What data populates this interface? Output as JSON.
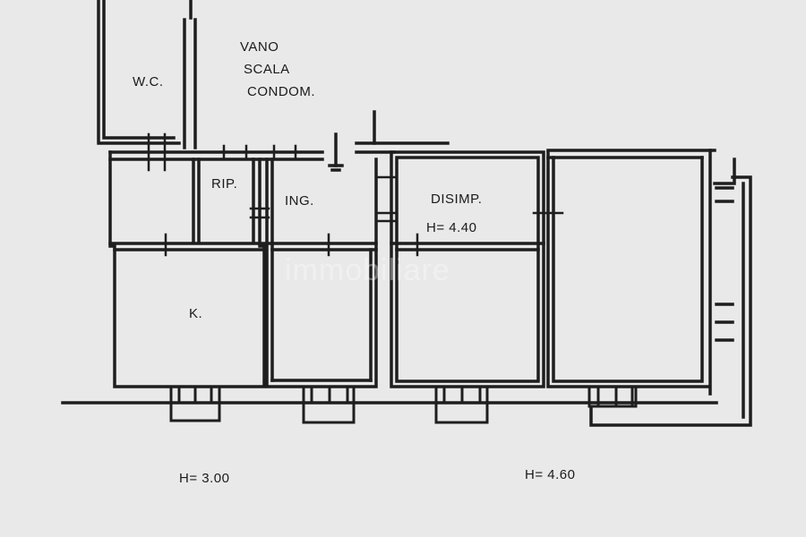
{
  "plan": {
    "labels": {
      "vano": "VANO",
      "scala": "SCALA",
      "condom": "CONDOM.",
      "wc": "W.C.",
      "rip": "RIP.",
      "ing": "ING.",
      "disimp": "DISIMP.",
      "h440": "H= 4.40",
      "k": "K.",
      "h300": "H= 3.00",
      "h460": "H= 4.60"
    },
    "watermark": "immobiliare"
  },
  "colors": {
    "background": "#e9e9e9",
    "wall": "#1e1e1e",
    "watermark": "#ffffff"
  }
}
